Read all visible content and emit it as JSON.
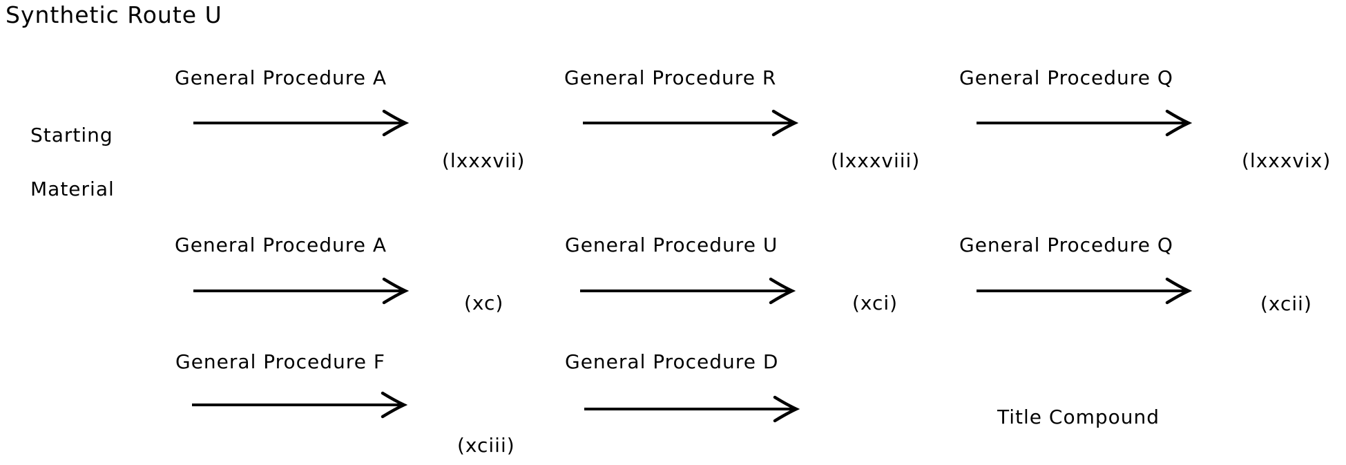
{
  "page": {
    "background_color": "#ffffff",
    "text_color": "#000000"
  },
  "title": "Synthetic Route U",
  "starting_material": {
    "line1": "Starting",
    "line2": "Material"
  },
  "rows": [
    {
      "steps": [
        {
          "procedure": "General Procedure A",
          "product": "(lxxxvii)"
        },
        {
          "procedure": "General Procedure R",
          "product": "(lxxxviii)"
        },
        {
          "procedure": "General Procedure Q",
          "product": "(lxxxvix)"
        }
      ]
    },
    {
      "steps": [
        {
          "procedure": "General Procedure A",
          "product": "(xc)"
        },
        {
          "procedure": "General Procedure U",
          "product": "(xci)"
        },
        {
          "procedure": "General Procedure Q",
          "product": "(xcii)"
        }
      ]
    },
    {
      "steps": [
        {
          "procedure": "General Procedure F",
          "product": "(xciii)"
        },
        {
          "procedure": "General Procedure D",
          "product": "Title Compound"
        }
      ]
    }
  ]
}
